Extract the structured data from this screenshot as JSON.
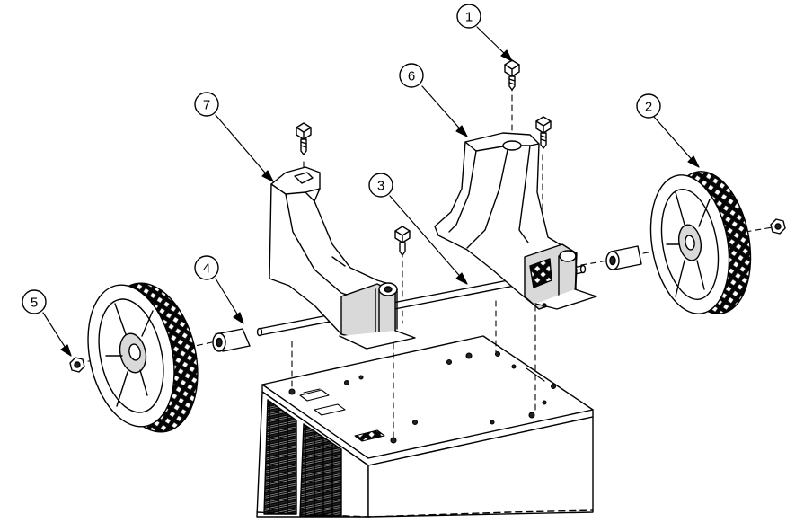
{
  "callouts": [
    {
      "id": "c1",
      "label": "1"
    },
    {
      "id": "c2",
      "label": "2"
    },
    {
      "id": "c3",
      "label": "3"
    },
    {
      "id": "c4",
      "label": "4"
    },
    {
      "id": "c5",
      "label": "5"
    },
    {
      "id": "c6",
      "label": "6"
    },
    {
      "id": "c7",
      "label": "7"
    }
  ],
  "colors": {
    "line": "#000000",
    "fill": "#ffffff",
    "shade": "#d9d9d9",
    "dark": "#444444"
  }
}
